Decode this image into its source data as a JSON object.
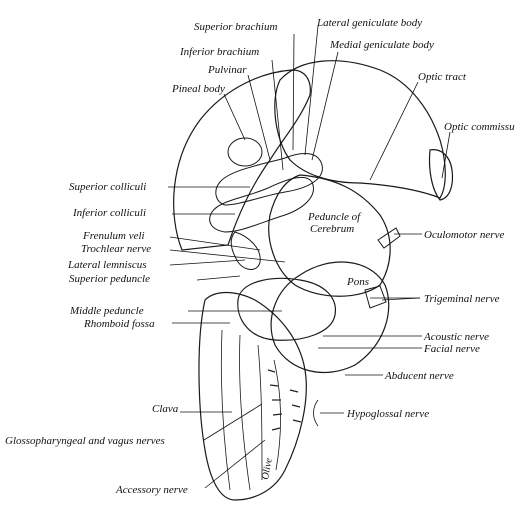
{
  "labels": {
    "superior_brachium": "Superior brachium",
    "lateral_geniculate_body": "Lateral geniculate body",
    "inferior_brachium": "Inferior brachium",
    "medial_geniculate_body": "Medial geniculate body",
    "pulvinar": "Pulvinar",
    "optic_tract": "Optic tract",
    "pineal_body": "Pineal body",
    "optic_commissure": "Optic commissu",
    "superior_colliculi": "Superior colliculi",
    "inferior_colliculi": "Inferior colliculi",
    "peduncle_line1": "Peduncle of",
    "peduncle_line2": "Cerebrum",
    "frenulum_veli": "Frenulum veli",
    "oculomotor_nerve": "Oculomotor nerve",
    "trochlear_nerve": "Trochlear nerve",
    "lateral_lemniscus": "Lateral lemniscus",
    "superior_peduncle": "Superior peduncle",
    "pons": "Pons",
    "middle_peduncle": "Middle peduncle",
    "trigeminal_nerve": "Trigeminal nerve",
    "rhomboid_fossa": "Rhomboid fossa",
    "acoustic_nerve": "Acoustic nerve",
    "facial_nerve": "Facial nerve",
    "abducent_nerve": "Abducent nerve",
    "clava": "Clava",
    "hypoglossal_nerve": "Hypoglossal nerve",
    "glossopharyngeal_vagus": "Glossopharyngeal and vagus nerves",
    "accessory_nerve": "Accessory nerve",
    "olive": "Olive"
  },
  "colors": {
    "superior_colliculi": "#2a7fb4",
    "inferior_colliculi": "#c8102e",
    "tissue": "#d4d4d4",
    "shadow": "#3a3a3a"
  }
}
